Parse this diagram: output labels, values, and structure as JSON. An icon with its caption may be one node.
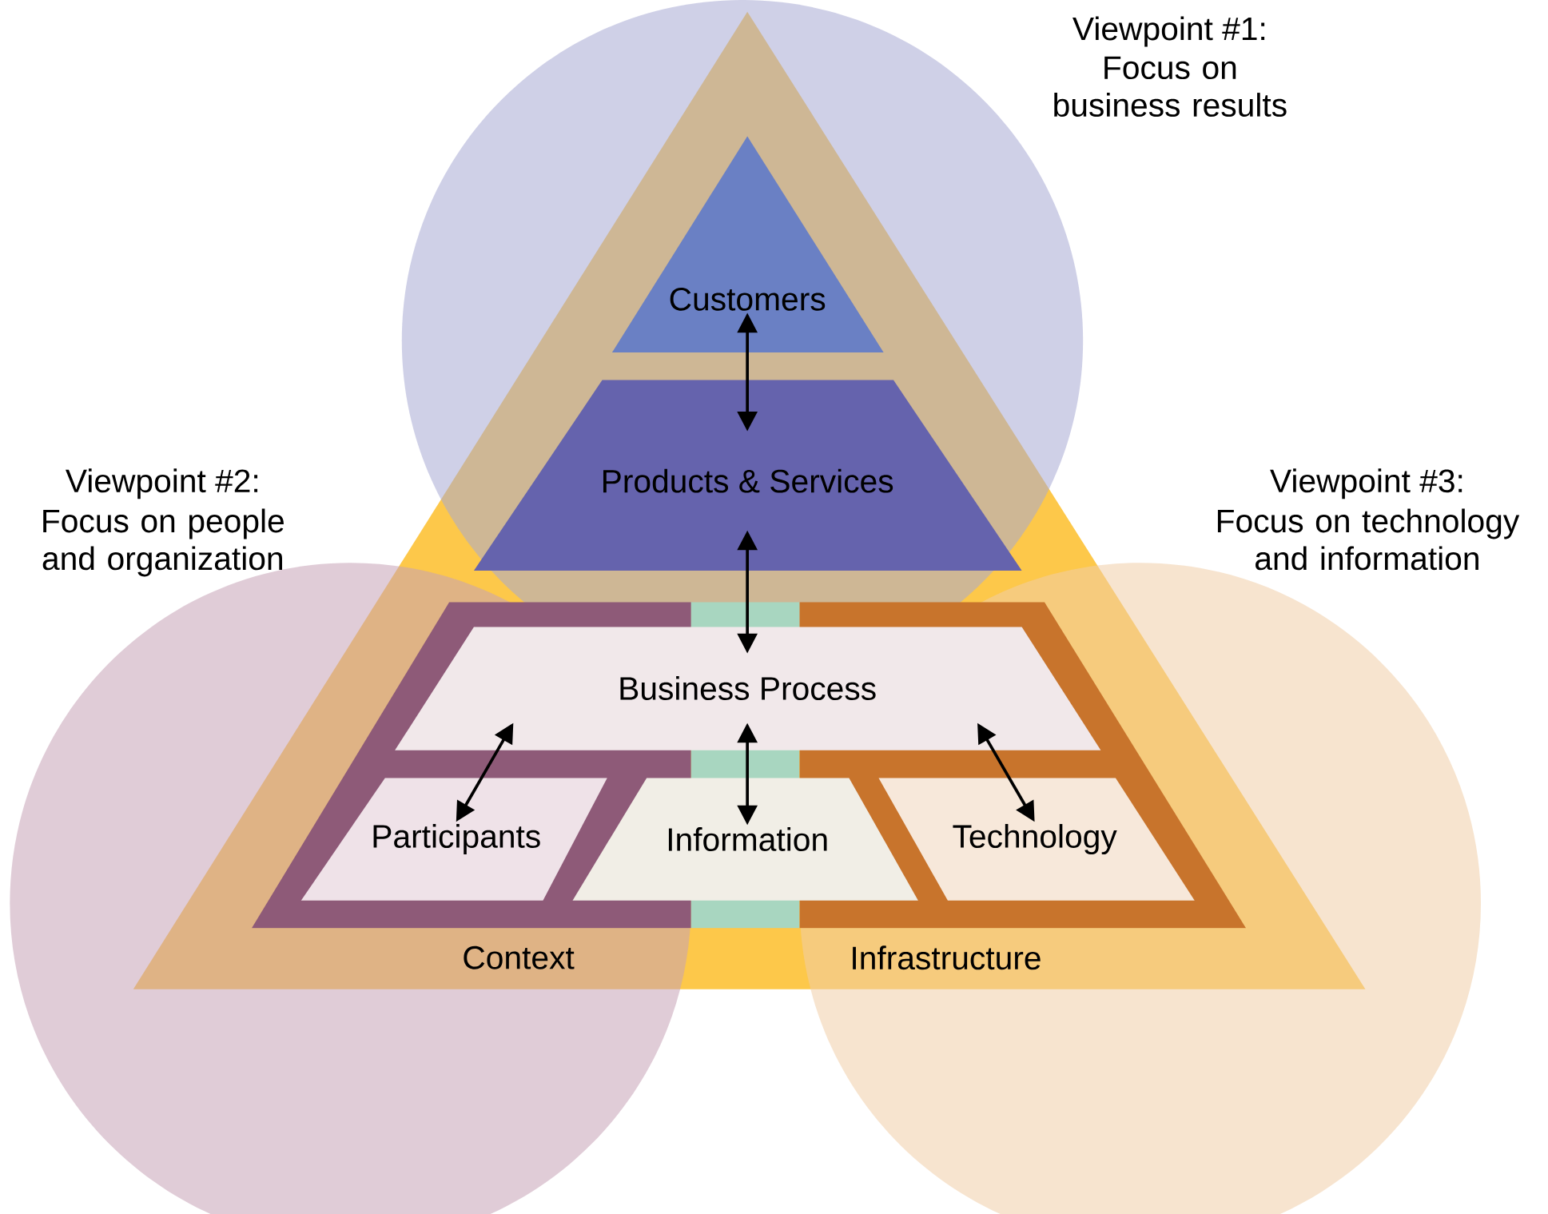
{
  "diagram": {
    "nodes": [
      {
        "text": [
          "Customers"
        ]
      },
      {
        "text": [
          "Products & Services"
        ]
      },
      {
        "text": [
          "Business Process"
        ]
      },
      {
        "text": [
          "Participants"
        ]
      },
      {
        "text": [
          "Information"
        ]
      },
      {
        "text": [
          "Technology"
        ]
      }
    ],
    "edges": [
      {
        "from": 0,
        "to": 1,
        "arrow": "both"
      },
      {
        "from": 1,
        "to": 2,
        "arrow": "both"
      },
      {
        "from": 2,
        "to": 3,
        "arrow": "both"
      },
      {
        "from": 2,
        "to": 4,
        "arrow": "both"
      },
      {
        "from": 2,
        "to": 5,
        "arrow": "both"
      }
    ],
    "labels": [
      "Viewpoint #1:",
      "Focus on business results",
      "Viewpoint #2:",
      "Focus on people and organization",
      "Viewpoint #3:",
      "Focus on technology and information",
      "Context",
      "Infrastructure"
    ]
  }
}
